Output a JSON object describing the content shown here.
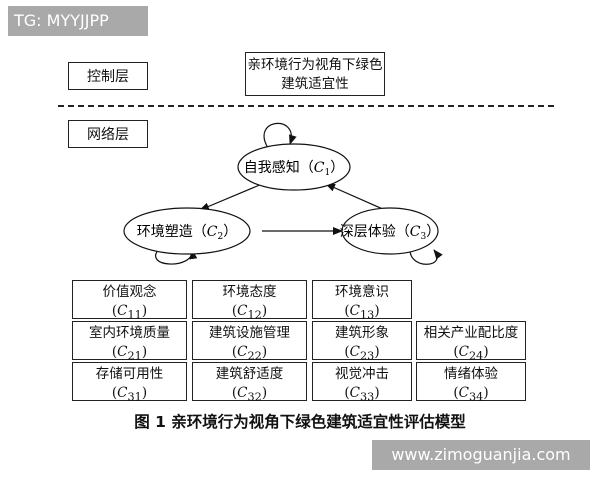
{
  "watermark_top": "TG: MYYJJPP",
  "watermark_bottom": "www.zimoguanjia.com",
  "control_layer": {
    "label": "控制层",
    "goal_line1": "亲环境行为视角下绿色",
    "goal_line2": "建筑适宜性"
  },
  "network_layer": {
    "label": "网络层",
    "nodes": [
      {
        "name": "自我感知",
        "code": "C",
        "sub": "1"
      },
      {
        "name": "环境塑造",
        "code": "C",
        "sub": "2"
      },
      {
        "name": "深层体验",
        "code": "C",
        "sub": "3"
      }
    ]
  },
  "indicators": [
    [
      {
        "name": "价值观念",
        "code": "C",
        "sub": "11"
      },
      {
        "name": "环境态度",
        "code": "C",
        "sub": "12"
      },
      {
        "name": "环境意识",
        "code": "C",
        "sub": "13"
      }
    ],
    [
      {
        "name": "室内环境质量",
        "code": "C",
        "sub": "21"
      },
      {
        "name": "建筑设施管理",
        "code": "C",
        "sub": "22"
      },
      {
        "name": "建筑形象",
        "code": "C",
        "sub": "23"
      },
      {
        "name": "相关产业配比度",
        "code": "C",
        "sub": "24"
      }
    ],
    [
      {
        "name": "存储可用性",
        "code": "C",
        "sub": "31"
      },
      {
        "name": "建筑舒适度",
        "code": "C",
        "sub": "32"
      },
      {
        "name": "视觉冲击",
        "code": "C",
        "sub": "33"
      },
      {
        "name": "情绪体验",
        "code": "C",
        "sub": "34"
      }
    ]
  ],
  "caption": "图 1   亲环境行为视角下绿色建筑适宜性评估模型"
}
